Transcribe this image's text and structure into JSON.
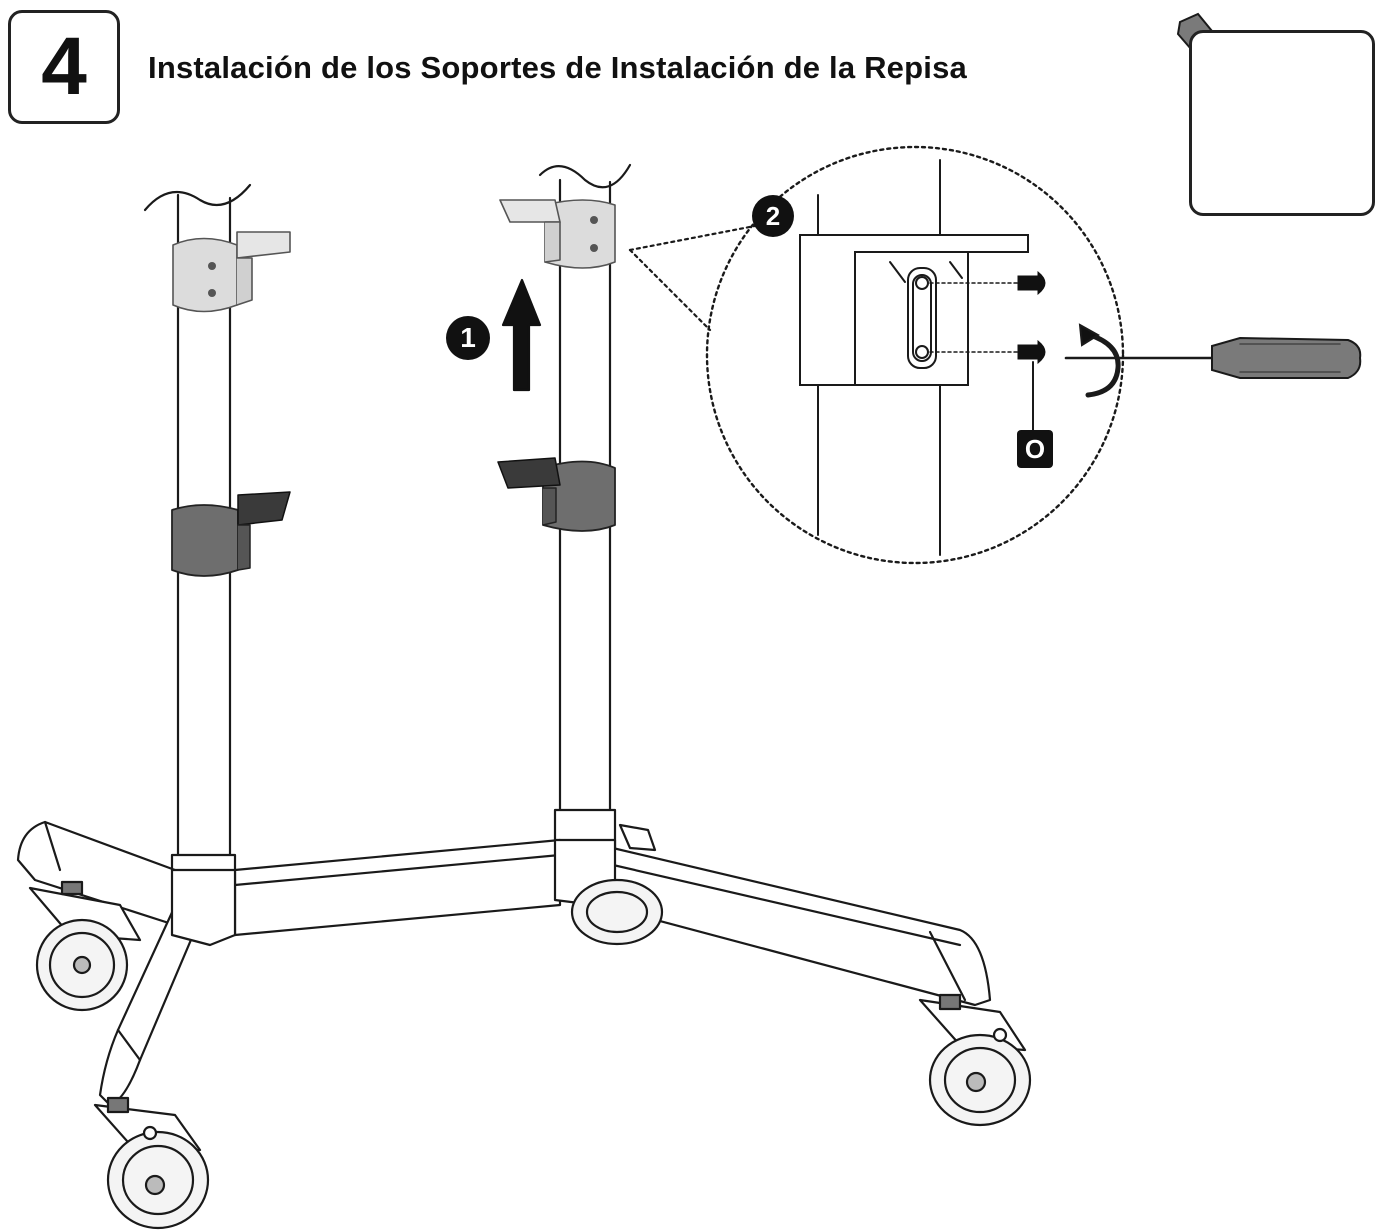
{
  "header": {
    "step_number": "4",
    "title": "Instalación de los Soportes de Instalación de la Repisa"
  },
  "callouts": {
    "step_1": "1",
    "step_2": "2",
    "screw_label": "O"
  },
  "tool": {
    "icon": "phillips-screwdriver-icon",
    "head_symbol": "phillips-head-icon"
  },
  "colors": {
    "line": "#1a1a1a",
    "bracket_light": "#d9d9d9",
    "bracket_dark": "#6e6e6e",
    "screwdriver_handle": "#7a7a7a"
  }
}
